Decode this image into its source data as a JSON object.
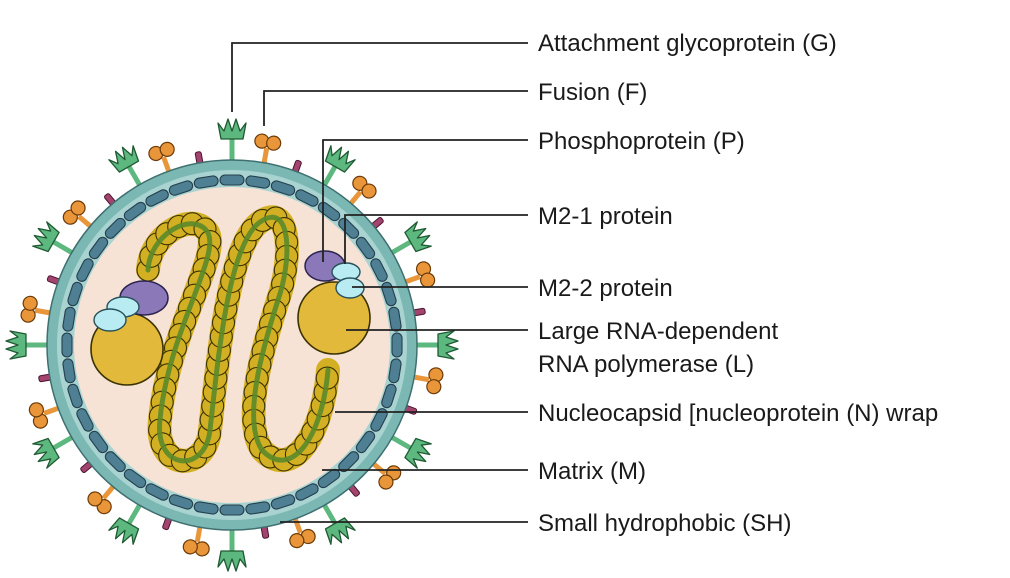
{
  "labels": {
    "attachment": "Attachment glycoprotein (G)",
    "fusion": "Fusion (F)",
    "phosphoprotein": "Phosphoprotein (P)",
    "m2_1": "M2-1 protein",
    "m2_2": "M2-2 protein",
    "polymerase_line1": "Large RNA-dependent",
    "polymerase_line2": "RNA polymerase (L)",
    "nucleocapsid": "Nucleocapsid [nucleoprotein (N) wrap",
    "matrix": "Matrix (M)",
    "small_hydrophobic": "Small hydrophobic (SH)"
  },
  "colors": {
    "interior": "#f6e3d6",
    "membrane": "#7bb8b4",
    "matrix_protein": "#4e7f93",
    "glycoprotein_g": "#5cb87e",
    "fusion_f": "#e9963a",
    "small_hydrophobic": "#a3446e",
    "nucleocapsid_outer": "#d3b023",
    "nucleocapsid_inner": "#5b8a2a",
    "polymerase": "#e2b93b",
    "phosphoprotein": "#8a78b8",
    "m2_protein": "#b9ecf2"
  }
}
